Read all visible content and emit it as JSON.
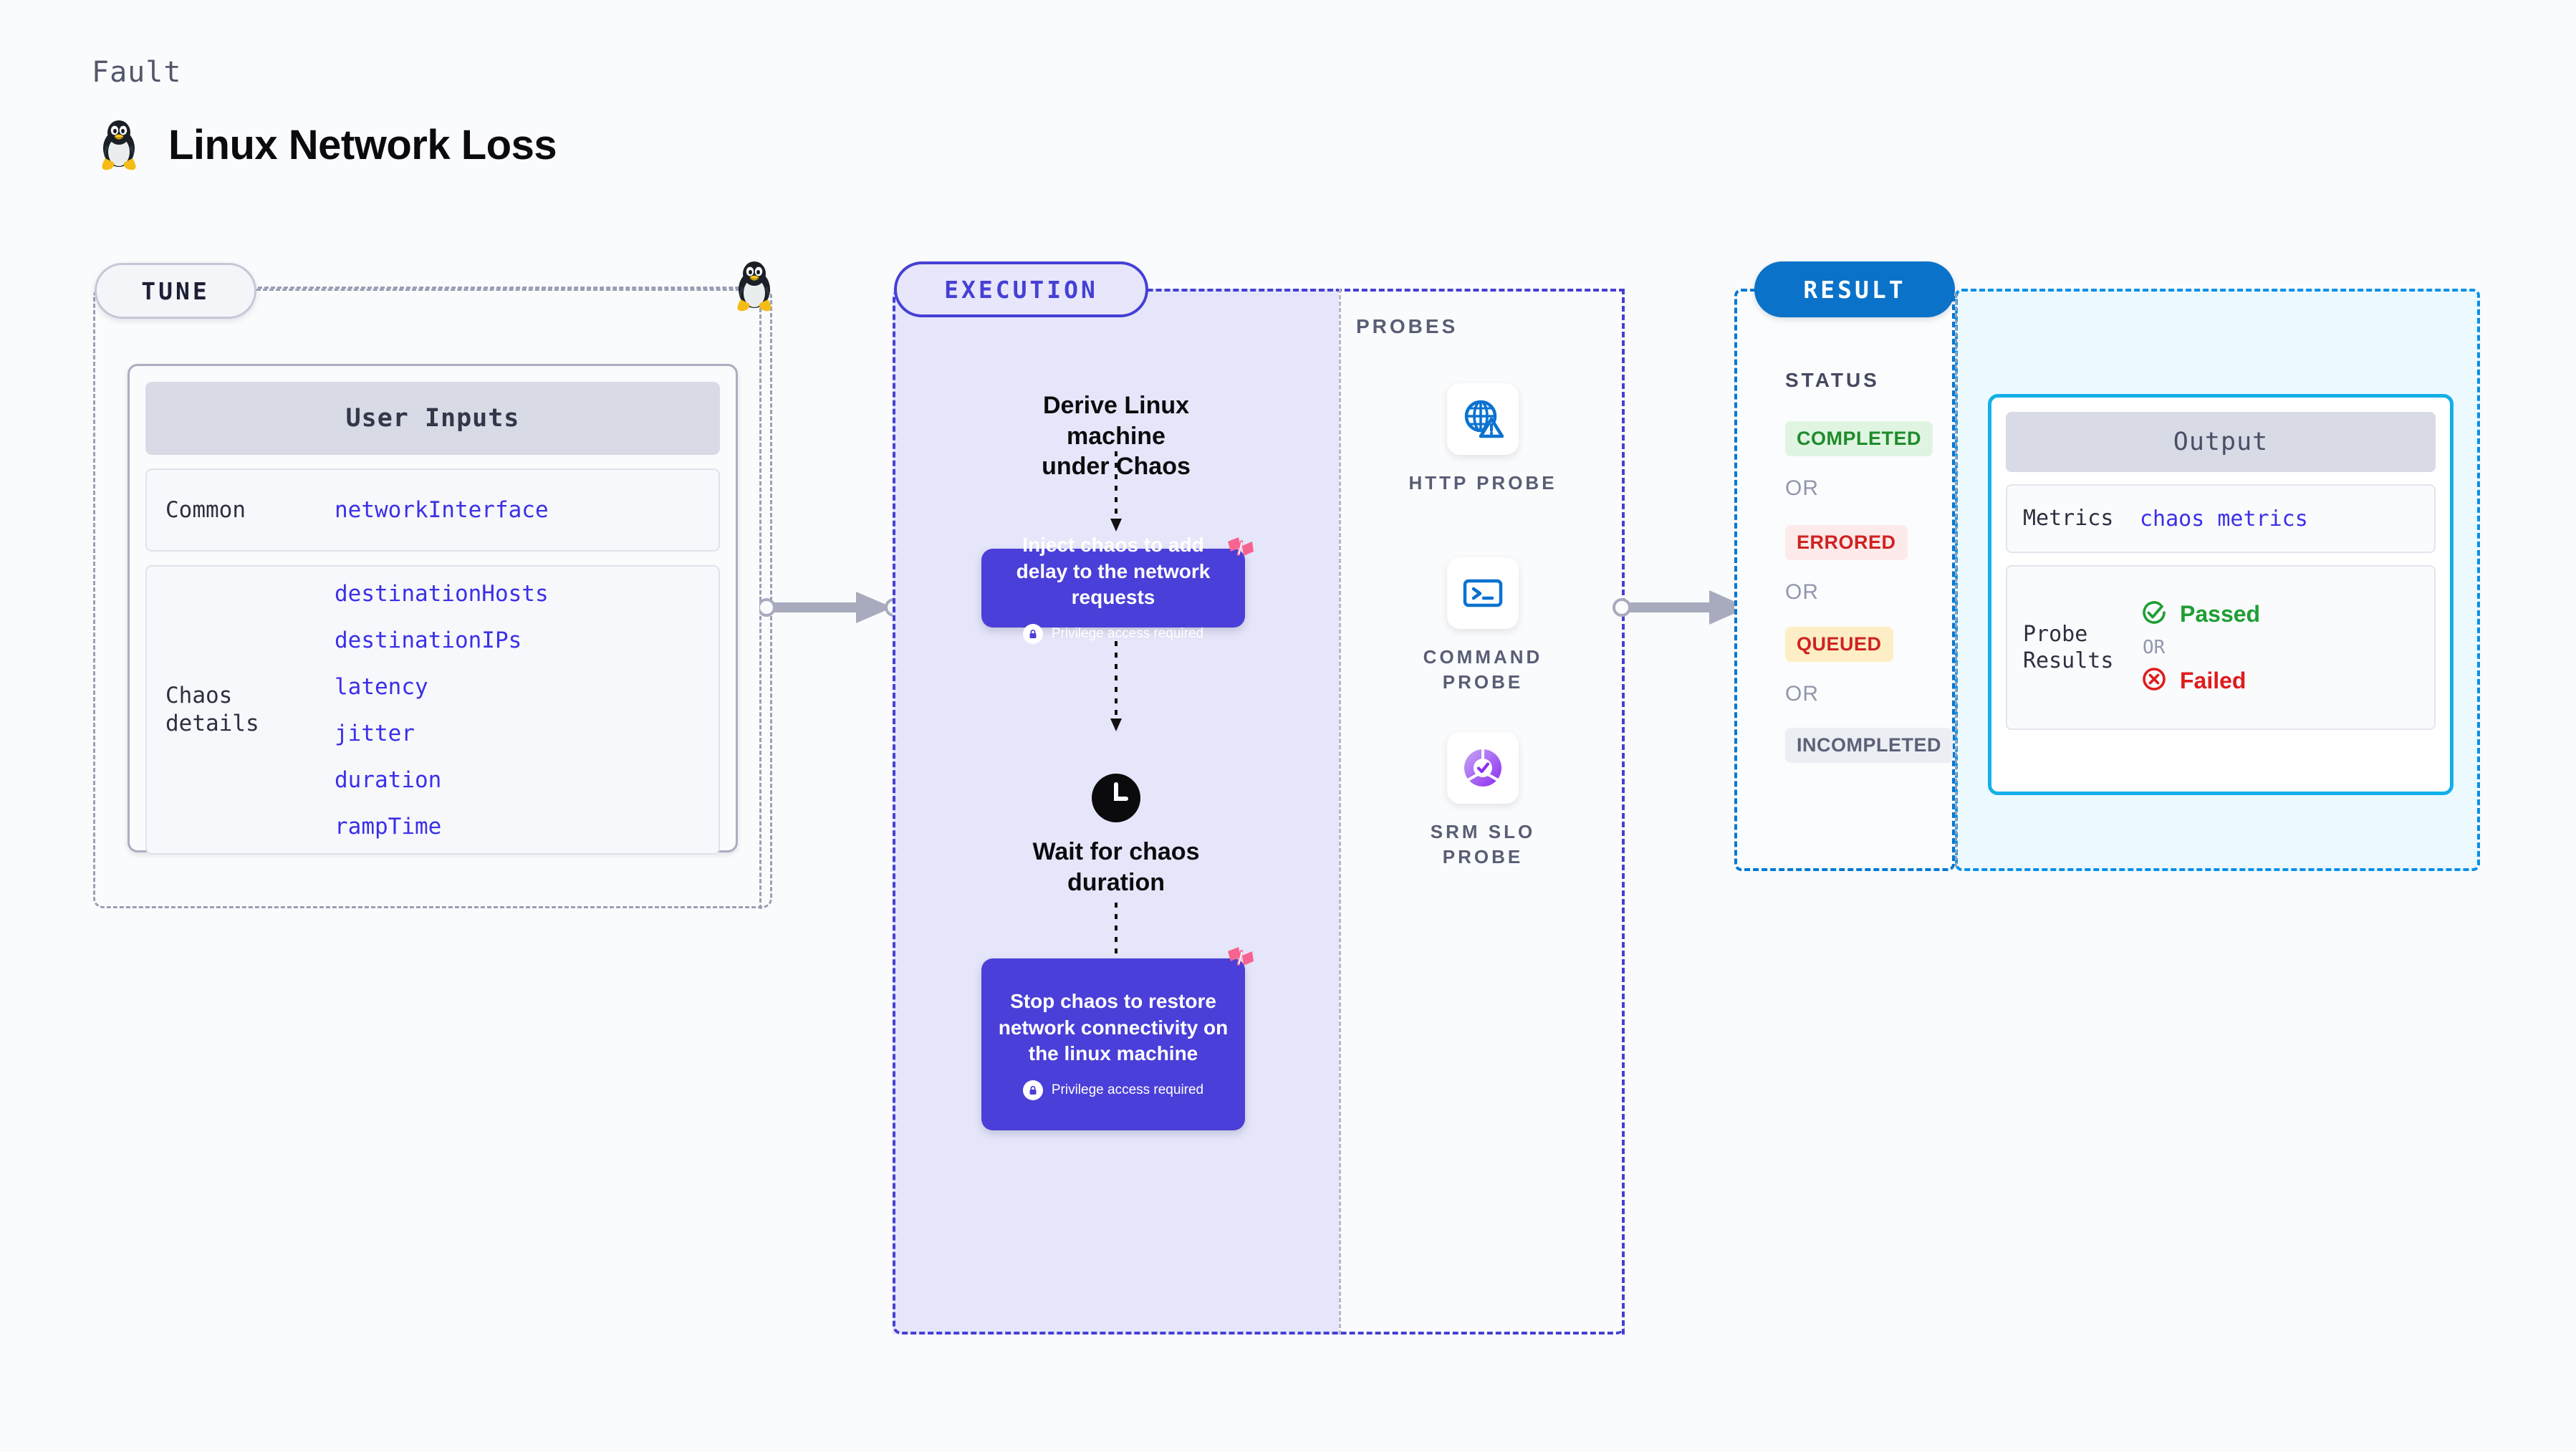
{
  "header": {
    "eyebrow": "Fault",
    "title": "Linux Network Loss",
    "icon": "linux-penguin-icon"
  },
  "tune": {
    "pill_label": "TUNE",
    "corner_icon": "linux-penguin-icon",
    "card": {
      "header": "User Inputs",
      "groups": [
        {
          "label": "Common",
          "values": [
            "networkInterface"
          ]
        },
        {
          "label": "Chaos details",
          "values": [
            "destinationHosts",
            "destinationIPs",
            "latency",
            "jitter",
            "duration",
            "rampTime"
          ]
        }
      ]
    }
  },
  "execution": {
    "pill_label": "EXECUTION",
    "steps": [
      {
        "type": "text",
        "label": "Derive Linux machine\nunder Chaos"
      },
      {
        "type": "card",
        "title": "Inject chaos to add delay to the network requests",
        "note": "Privilege access required",
        "note_icon": "lock-icon",
        "badge_icon": "harness-logo-icon"
      },
      {
        "type": "wait",
        "label": "Wait for chaos\nduration",
        "icon": "clock-icon"
      },
      {
        "type": "card",
        "title": "Stop chaos to restore network connectivity on the linux machine",
        "note": "Privilege access required",
        "note_icon": "lock-icon",
        "badge_icon": "harness-logo-icon"
      }
    ]
  },
  "probes": {
    "section_label": "PROBES",
    "items": [
      {
        "label": "HTTP PROBE",
        "icon": "globe-warning-icon"
      },
      {
        "label": "COMMAND PROBE",
        "icon": "terminal-icon"
      },
      {
        "label": "SRM SLO PROBE",
        "icon": "slo-check-icon"
      }
    ]
  },
  "result": {
    "pill_label": "RESULT",
    "status_label": "STATUS",
    "or_label": "OR",
    "statuses": [
      {
        "text": "COMPLETED",
        "bg": "#dff5e1",
        "fg": "#1f8b2b"
      },
      {
        "text": "ERRORED",
        "bg": "#fdeaea",
        "fg": "#cf2222"
      },
      {
        "text": "QUEUED",
        "bg": "#fdeec5",
        "fg": "#cf2222"
      },
      {
        "text": "INCOMPLETED",
        "bg": "#eceef4",
        "fg": "#5c6178"
      }
    ],
    "output": {
      "header": "Output",
      "metrics_label": "Metrics",
      "metrics_value": "chaos metrics",
      "probe_label": "Probe Results",
      "passed_text": "Passed",
      "passed_icon": "check-circle-icon",
      "failed_text": "Failed",
      "failed_icon": "x-circle-icon",
      "or_label": "OR"
    }
  },
  "colors": {
    "page_bg": "#fafbfc",
    "purple": "#4a3fd8",
    "purple_fill": "#e6e6fb",
    "blue": "#0a72c9",
    "cyan": "#12b0e8",
    "cyan_fill": "#ecfaff",
    "grey_dash": "#9aa0b4",
    "code_blue": "#3b30e8",
    "green": "#1f8b2b",
    "red": "#cf2222",
    "pink": "#f7648f"
  }
}
